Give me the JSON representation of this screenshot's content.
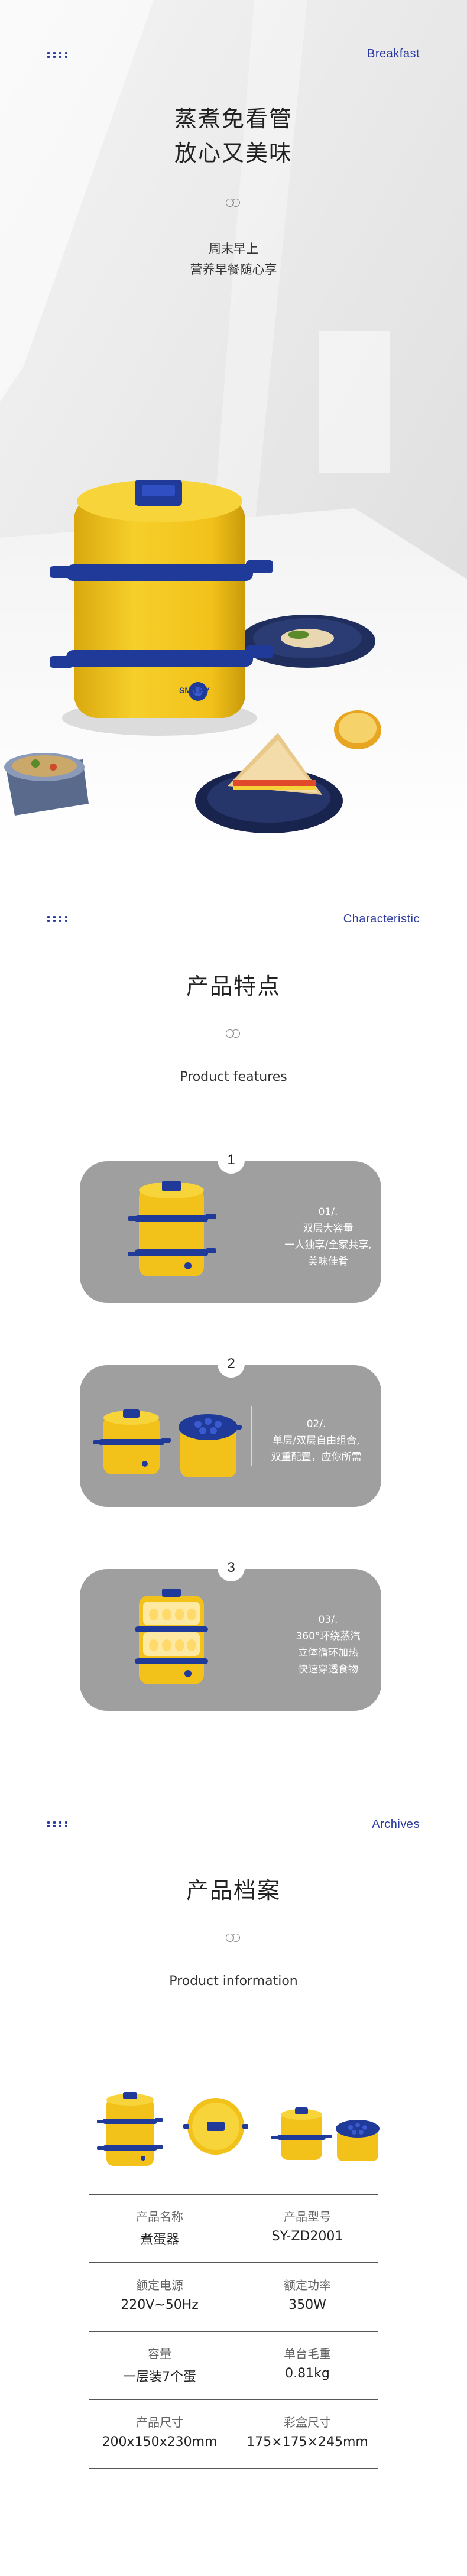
{
  "hero": {
    "tag": "Breakfast",
    "title_line1": "蒸煮免看管",
    "title_line2": "放心又美味",
    "sub_line1": "周末早上",
    "sub_line2": "营养早餐随心享",
    "brand_on_product": "SMILEY"
  },
  "features": {
    "tag": "Characteristic",
    "title": "产品特点",
    "subtitle": "Product features",
    "cards": [
      {
        "badge": "1",
        "num": "01/.",
        "lines": [
          "双层大容量",
          "一人独享/全家共享,",
          "美味佳肴"
        ]
      },
      {
        "badge": "2",
        "num": "02/.",
        "lines": [
          "单层/双层自由组合,",
          "双重配置，应你所需"
        ]
      },
      {
        "badge": "3",
        "num": "03/.",
        "lines": [
          "360°环绕蒸汽",
          "立体循环加热",
          "快速穿透食物"
        ]
      }
    ]
  },
  "archives": {
    "tag": "Archives",
    "title": "产品档案",
    "subtitle": "Product information",
    "specs": [
      {
        "left": {
          "label": "产品名称",
          "value": "煮蛋器"
        },
        "right": {
          "label": "产品型号",
          "value": "SY-ZD2001"
        }
      },
      {
        "left": {
          "label": "额定电源",
          "value": "220V~50Hz"
        },
        "right": {
          "label": "额定功率",
          "value": "350W"
        }
      },
      {
        "left": {
          "label": "容量",
          "value": "一层装7个蛋"
        },
        "right": {
          "label": "单台毛重",
          "value": "0.81kg"
        }
      },
      {
        "left": {
          "label": "产品尺寸",
          "value": "200x150x230mm"
        },
        "right": {
          "label": "彩盒尺寸",
          "value": "175×175×245mm"
        }
      }
    ]
  },
  "colors": {
    "accent": "#2b3aa0",
    "product_yellow": "#f2c21a",
    "card_gray": "#9f9f9f"
  }
}
